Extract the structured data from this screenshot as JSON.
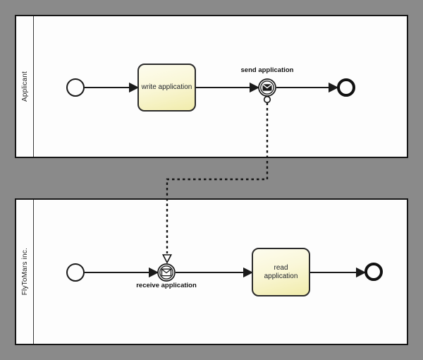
{
  "canvas": {
    "type": "bpmn-collaboration-diagram",
    "background_color": "#8a8a8a",
    "stroke_color": "#1a1a1a",
    "pool_fill": "#fdfdfd",
    "task_fill_top": "#fdfcee",
    "task_fill_bottom": "#f1ecab"
  },
  "pools": [
    {
      "name": "Applicant",
      "elements": [
        {
          "type": "start-event",
          "label": ""
        },
        {
          "type": "task",
          "label": "write application"
        },
        {
          "type": "message-intermediate-throw-event",
          "label": "send application"
        },
        {
          "type": "end-event",
          "label": ""
        }
      ]
    },
    {
      "name": "FlyToMars inc.",
      "elements": [
        {
          "type": "start-event",
          "label": ""
        },
        {
          "type": "message-intermediate-catch-event",
          "label": "receive application"
        },
        {
          "type": "task",
          "label": "read application"
        },
        {
          "type": "end-event",
          "label": ""
        }
      ]
    }
  ],
  "connections": {
    "sequence_flow_style": "solid",
    "message_flow": {
      "from": "send application",
      "to": "receive application",
      "style": "dotted"
    }
  }
}
